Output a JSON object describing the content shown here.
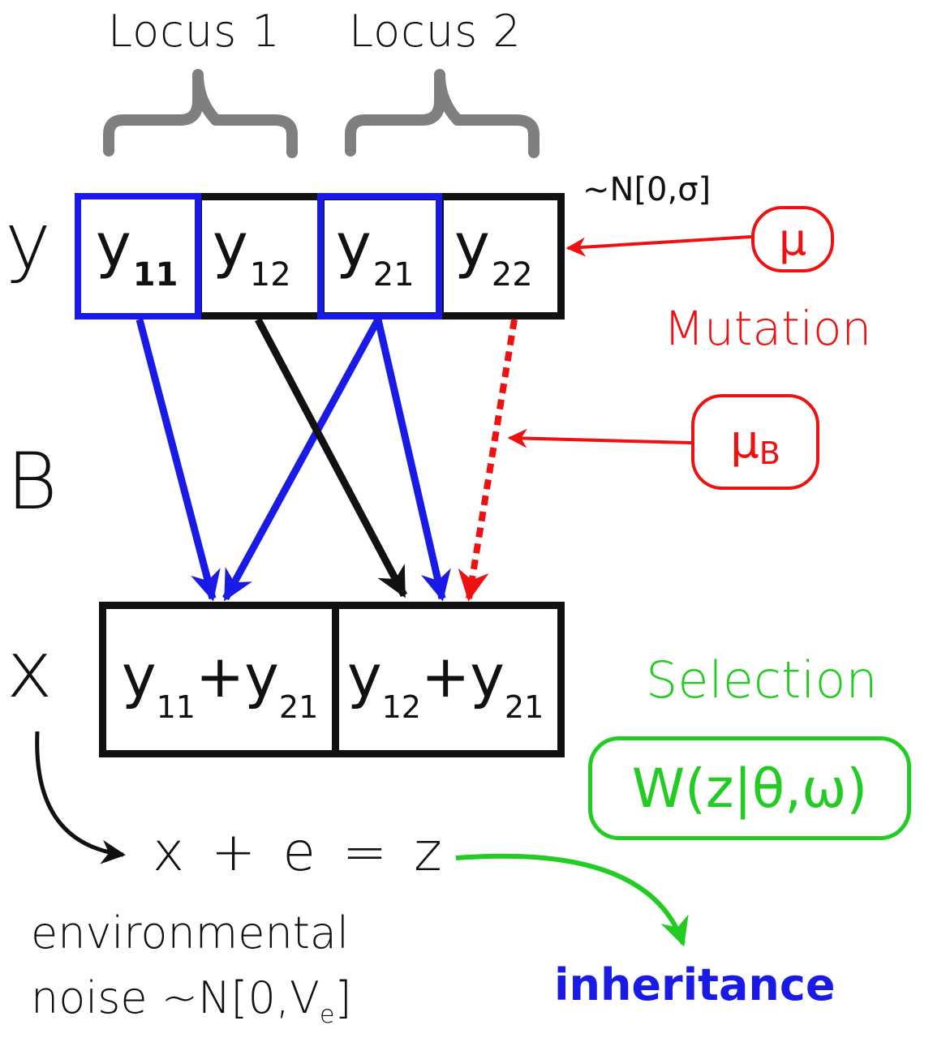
{
  "loci": {
    "locus1": "Locus 1",
    "locus2": "Locus 2"
  },
  "rows": {
    "y": "y",
    "b": "B",
    "x": "x"
  },
  "y_cells": [
    {
      "base": "y",
      "sub": "11",
      "highlight": "blue"
    },
    {
      "base": "y",
      "sub": "12",
      "highlight": "black"
    },
    {
      "base": "y",
      "sub": "21",
      "highlight": "blue"
    },
    {
      "base": "y",
      "sub": "22",
      "highlight": "black"
    }
  ],
  "y_distribution": "~N[0,σ]",
  "x_cells": [
    {
      "a": "y",
      "a_sub": "11",
      "op": "+",
      "b": "y",
      "b_sub": "21"
    },
    {
      "a": "y",
      "a_sub": "12",
      "op": "+",
      "b": "y",
      "b_sub": "21"
    }
  ],
  "mutation": {
    "mu": "μ",
    "mu_b": "μ",
    "mu_b_sub": "B",
    "label": "Mutation"
  },
  "selection": {
    "label": "Selection",
    "fitness": "W(z|θ,ω)"
  },
  "equation": "x + e = z",
  "noise": {
    "line1": "environmental",
    "line2": "noise ~N[0,V",
    "sub": "e",
    "close": "]"
  },
  "inheritance": "inheritance",
  "colors": {
    "blue": "#1a1ae6",
    "black": "#111111",
    "red": "#ee1111",
    "green": "#22cc22",
    "gray": "#7f7f7f"
  }
}
